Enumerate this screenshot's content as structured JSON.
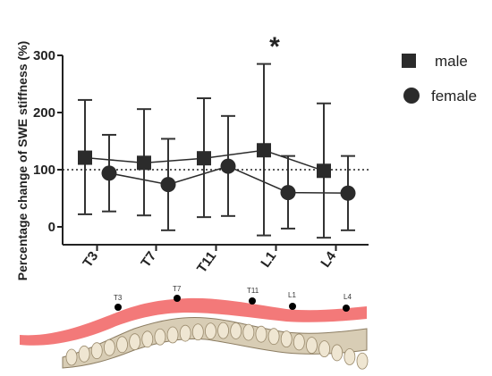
{
  "chart_data": {
    "type": "scatter",
    "ylabel": "Percentage change of SWE stiffness (%)",
    "categories": [
      "T3",
      "T7",
      "T11",
      "L1",
      "L4"
    ],
    "ylim": [
      -25,
      310
    ],
    "yticks": [
      0,
      100,
      200,
      300
    ],
    "reference_line": 100,
    "legend_position": "top-right",
    "annotation": {
      "text": "*",
      "category": "L1"
    },
    "series": [
      {
        "name": "male",
        "marker": "square",
        "color": "#2b2b2b",
        "values": [
          121,
          112,
          120,
          134,
          98
        ],
        "error_upper": [
          222,
          206,
          225,
          285,
          216
        ],
        "error_lower": [
          22,
          20,
          17,
          -15,
          -19
        ]
      },
      {
        "name": "female",
        "marker": "circle",
        "color": "#2b2b2b",
        "values": [
          94,
          74,
          106,
          60,
          59
        ],
        "error_upper": [
          161,
          154,
          194,
          124,
          124
        ],
        "error_lower": [
          27,
          -6,
          19,
          -3,
          -6
        ]
      }
    ]
  },
  "spine_figure": {
    "labels": [
      "T3",
      "T7",
      "T11",
      "L1",
      "L4"
    ]
  }
}
